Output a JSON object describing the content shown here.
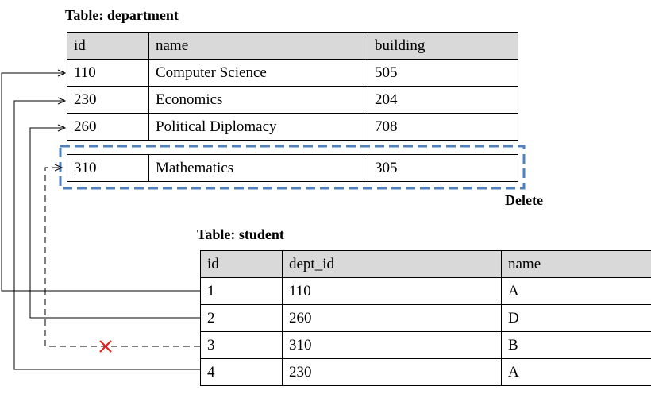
{
  "department": {
    "caption": "Table: department",
    "headers": [
      "id",
      "name",
      "building"
    ],
    "rows": [
      [
        "110",
        "Computer Science",
        "505"
      ],
      [
        "230",
        "Economics",
        "204"
      ],
      [
        "260",
        "Political Diplomacy",
        "708"
      ]
    ],
    "deleted_row": [
      "310",
      "Mathematics",
      "305"
    ],
    "delete_label": "Delete",
    "highlight_color": "#4f81bd"
  },
  "student": {
    "caption": "Table: student",
    "headers": [
      "id",
      "dept_id",
      "name"
    ],
    "rows": [
      [
        "1",
        "110",
        "A"
      ],
      [
        "2",
        "260",
        "D"
      ],
      [
        "3",
        "310",
        "B"
      ],
      [
        "4",
        "230",
        "A"
      ]
    ]
  },
  "broken_link_color": "#e0201a"
}
